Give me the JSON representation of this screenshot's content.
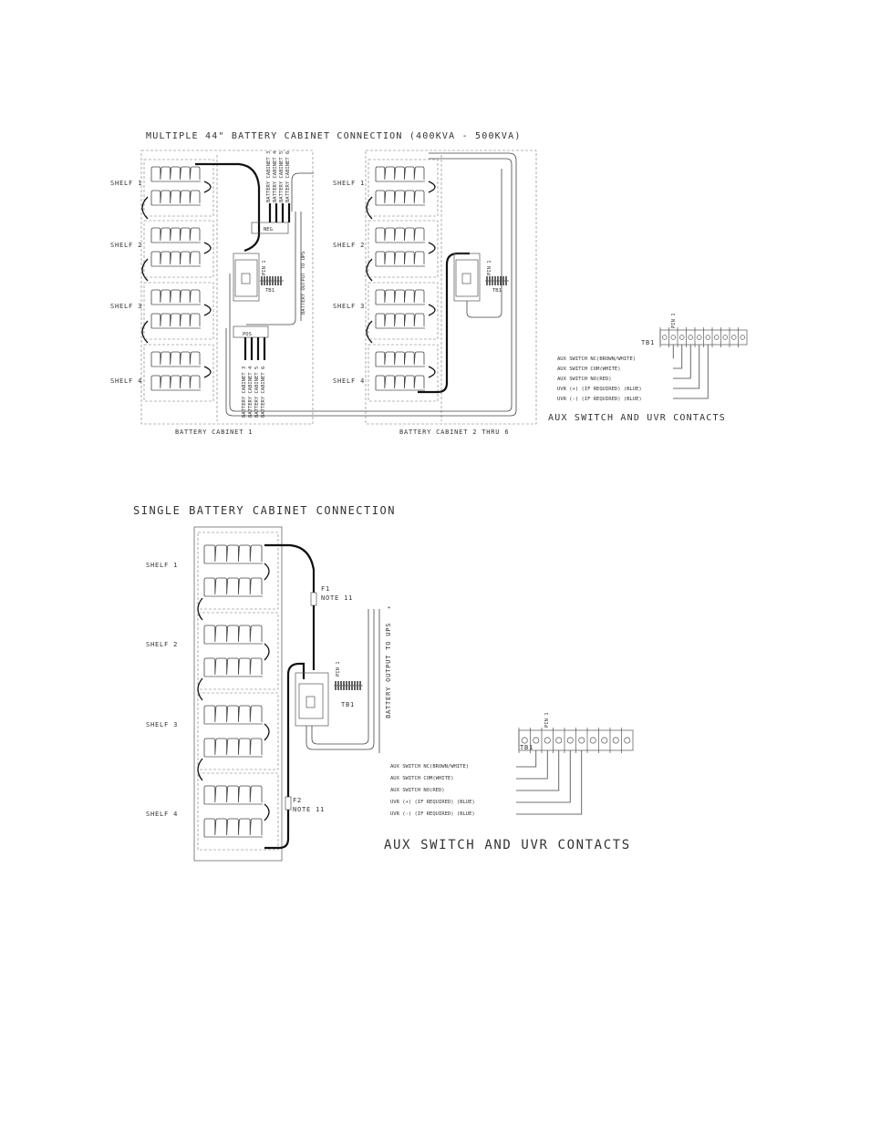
{
  "diagram1": {
    "title": "MULTIPLE 44\" BATTERY CABINET CONNECTION (400KVA - 500KVA)",
    "shelves_left": [
      "SHELF 1",
      "SHELF 2",
      "SHELF 3",
      "SHELF 4"
    ],
    "shelves_right": [
      "SHELF 1",
      "SHELF 2",
      "SHELF 3",
      "SHELF 4"
    ],
    "cabinet1_label": "BATTERY CABINET 1",
    "cabinet2_label": "BATTERY CABINET 2 THRU 6",
    "neg_label": "NEG",
    "pos_label": "POS",
    "neg_cables": [
      "BATTERY CABINET 3",
      "BATTERY CABINET 4",
      "BATTERY CABINET 5",
      "BATTERY CABINET 6"
    ],
    "pos_cables": [
      "BATTERY CABINET 3",
      "BATTERY CABINET 4",
      "BATTERY CABINET 5",
      "BATTERY CABINET 6"
    ],
    "output_label": "BATTERY OUTPUT TO UPS",
    "pin_label": "PIN 1",
    "tb_label": "TB1",
    "aux": {
      "tb_label": "TB1",
      "pin_label": "PIN 1",
      "lines": [
        "AUX SWITCH NC(BROWN/WHITE)",
        "AUX SWITCH COM(WHITE)",
        "AUX SWITCH NO(RED)",
        "UVR (+) (IF REQUIRED) (BLUE)",
        "UVR (-) (IF REQUIRED) (BLUE)"
      ],
      "title": "AUX SWITCH AND UVR CONTACTS"
    }
  },
  "diagram2": {
    "title": "SINGLE BATTERY CABINET CONNECTION",
    "shelves": [
      "SHELF 1",
      "SHELF 2",
      "SHELF 3",
      "SHELF 4"
    ],
    "f1_label": "F1",
    "f2_label": "F2",
    "note_label": "NOTE 11",
    "output_label": "BATTERY OUTPUT TO UPS",
    "pin_label": "PIN 1",
    "tb_label": "TB1",
    "aux": {
      "tb_label": "TB1",
      "pin_label": "PIN 1",
      "lines": [
        "AUX SWITCH NC(BROWN/WHITE)",
        "AUX SWITCH COM(WHITE)",
        "AUX SWITCH NO(RED)",
        "UVR (+) (IF REQUIRED) (BLUE)",
        "UVR (-) (IF REQUIRED) (BLUE)"
      ],
      "title": "AUX SWITCH AND UVR CONTACTS"
    }
  }
}
